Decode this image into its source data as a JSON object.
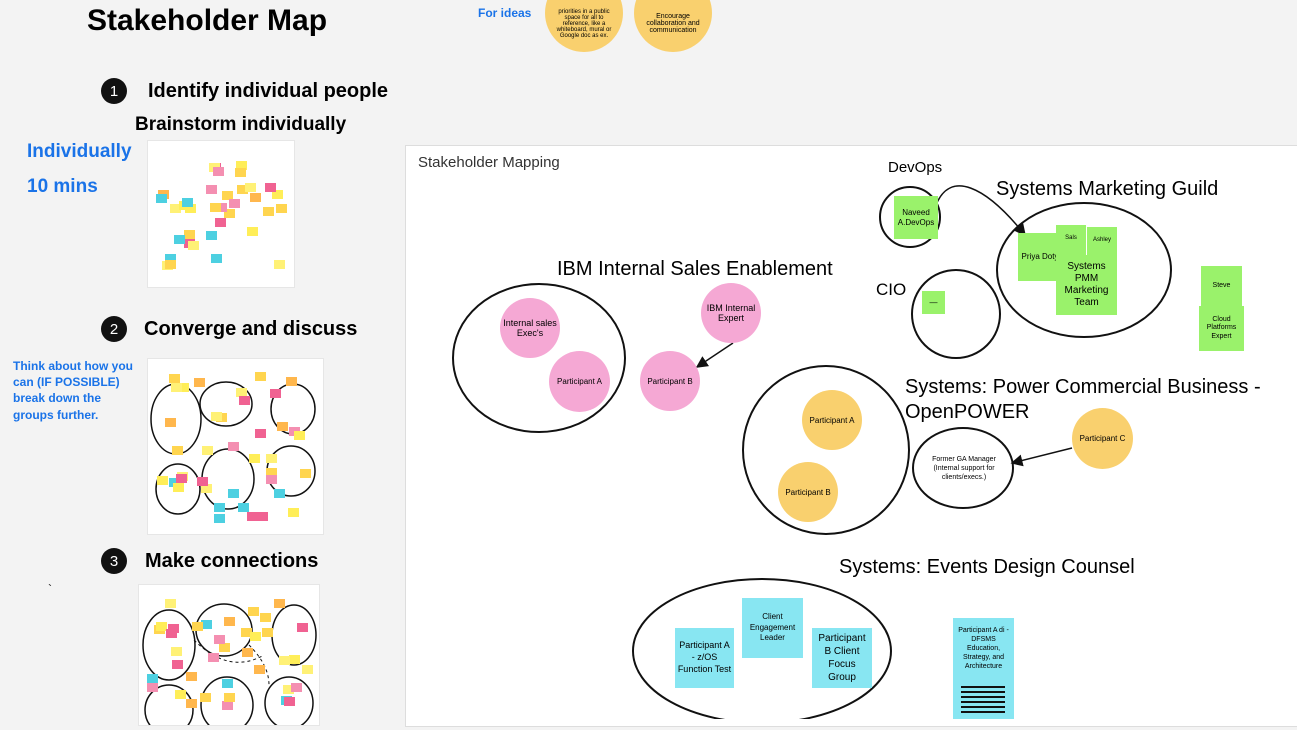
{
  "page": {
    "title": "Stakeholder Map"
  },
  "top": {
    "for_ideas": "For ideas",
    "circle1": "priorities in a public space for all to reference, like a whiteboard, mural or Google doc as ex.",
    "circle2": "Encourage collaboration and communication"
  },
  "steps": [
    {
      "num": "1",
      "label": "Identify individual people"
    },
    {
      "num": "2",
      "label": "Converge and discuss"
    },
    {
      "num": "3",
      "label": "Make connections"
    }
  ],
  "brainstorm": "Brainstorm individually",
  "left": {
    "individually": "Individually",
    "mins": "10 mins",
    "think": "Think about how you can (IF POSSIBLE) break down the groups further.",
    "tick": "`"
  },
  "canvas": {
    "title": "Stakeholder Mapping",
    "ibm_sales": {
      "label": "IBM Internal Sales Enablement",
      "internal_execs": "Internal sales Exec's",
      "participant_a": "Participant A",
      "ibm_expert": "IBM Internal Expert",
      "participant_b": "Participant B"
    },
    "devops": {
      "label": "DevOps",
      "note": "Naveed A.DevOps"
    },
    "cio": {
      "label": "CIO",
      "note": "—"
    },
    "smg": {
      "label": "Systems Marketing Guild",
      "priya": "Priya Doty",
      "sals": "Sals",
      "ashley": "Ashley",
      "team": "Systems PMM Marketing Team"
    },
    "side_notes": {
      "steve": "Steve",
      "cloud": "Cloud Platforms Expert"
    },
    "power": {
      "label_line1": "Systems: Power Commercial Business -",
      "label_line2": "OpenPOWER",
      "participant_a": "Participant A",
      "participant_b": "Participant B",
      "participant_c": "Participant C",
      "former_ga": "Former GA Manager (Internal support for clients/execs.)"
    },
    "events": {
      "label": "Systems:  Events Design Counsel",
      "pa": "Participant A - z/OS Function Test",
      "client_eng": "Client Engagement Leader",
      "pb": "Participant B Client Focus Group",
      "pa_di": "Participant A di - DFSMS Education, Strategy, and Architecture"
    }
  }
}
